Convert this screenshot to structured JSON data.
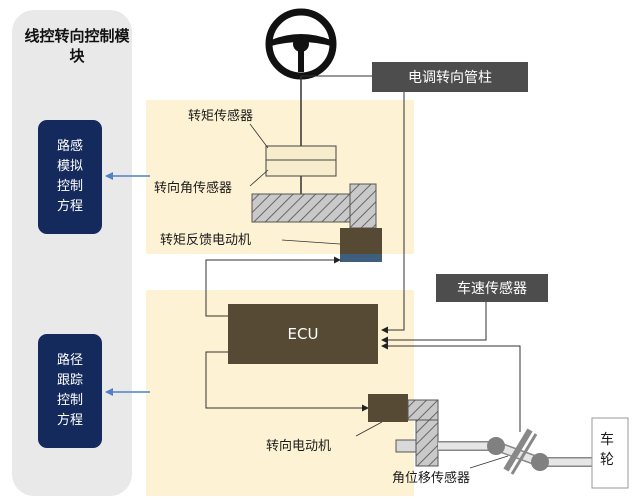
{
  "module": {
    "title": "线控转向控制模块",
    "road_feel_equation": "路感模拟控制方程",
    "path_tracking_equation": "路径跟踪控制方程"
  },
  "components": {
    "steering_column": "电调转向管柱",
    "torque_sensor": "转矩传感器",
    "angle_sensor": "转向角传感器",
    "feedback_motor": "转矩反馈电动机",
    "speed_sensor": "车速传感器",
    "ecu": "ECU",
    "steering_motor": "转向电动机",
    "displacement_sensor": "角位移传感器",
    "wheel": "车轮"
  },
  "colors": {
    "module_panel": "#e9e9e9",
    "zone_fill": "#fdf2d3",
    "equation_box": "#142a5c",
    "ecu_fill": "#574a34",
    "tag_fill": "#4d4d4d",
    "arrow_blue": "#4f81c7"
  }
}
